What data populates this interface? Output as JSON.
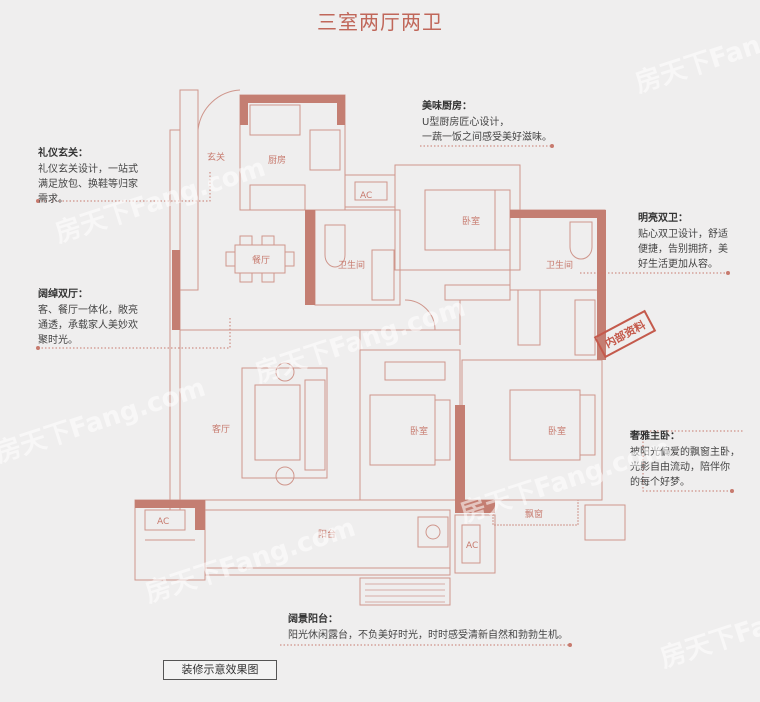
{
  "title": "三室两厅两卫",
  "rooms": {
    "entrance": "玄关",
    "kitchen": "厨房",
    "dining": "餐厅",
    "bath1": "卫生间",
    "bath2": "卫生间",
    "bedroom_top": "卧室",
    "bedroom_mid": "卧室",
    "bedroom_master": "卧室",
    "living": "客厅",
    "balcony": "阳台",
    "bay_window": "飘窗",
    "ac1": "AC",
    "ac2": "AC",
    "ac3": "AC"
  },
  "notes": [
    {
      "heading": "礼仪玄关：",
      "lines": [
        "礼仪玄关设计，一站式",
        "满足放包、换鞋等归家",
        "需求。"
      ]
    },
    {
      "heading": "阔绰双厅：",
      "lines": [
        "客、餐厅一体化，敞亮",
        "通透，承载家人美妙欢",
        "聚时光。"
      ]
    },
    {
      "heading": "美味厨房：",
      "lines": [
        "U型厨房匠心设计，",
        "一蔬一饭之间感受美好滋味。"
      ]
    },
    {
      "heading": "明亮双卫：",
      "lines": [
        "贴心双卫设计，舒适",
        "便捷，告别拥挤，美",
        "好生活更加从容。"
      ]
    },
    {
      "heading": "奢雅主卧：",
      "lines": [
        "被阳光偏爱的飘窗主卧，",
        "光影自由流动，陪伴你",
        "的每个好梦。"
      ]
    },
    {
      "heading": "阔景阳台：",
      "lines": [
        "阳光休闲露台，不负美好时光，时时感受清新自然和勃勃生机。"
      ]
    }
  ],
  "stamp": "内部资料",
  "watermark": "房天下Fang.com",
  "caption": "装修示意效果图",
  "colors": {
    "wall": "#c47e72",
    "line": "#cf968c",
    "text": "#c77a6e"
  }
}
